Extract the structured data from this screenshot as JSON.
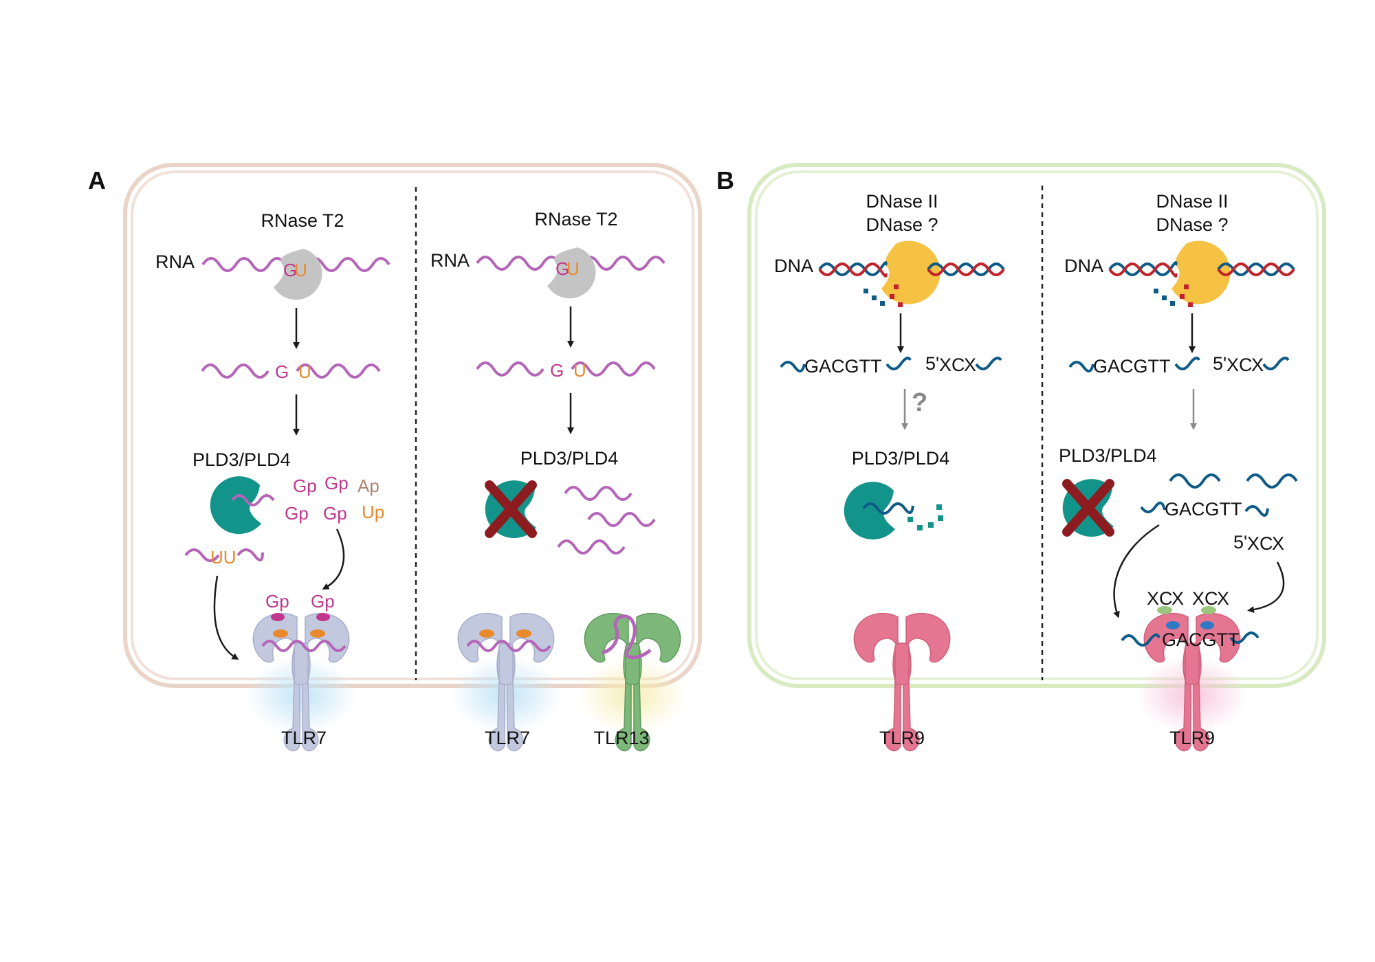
{
  "panel_a": {
    "letter": "A",
    "left": {
      "enzyme": "RNase T2",
      "rna": "RNA",
      "g": "G",
      "u": "U",
      "pld": "PLD3/PLD4",
      "products": [
        "Gp",
        "Gp",
        "Ap",
        "Gp",
        "Gp",
        "Up"
      ],
      "uu": "UU",
      "bound": [
        "Gp",
        "Gp"
      ],
      "receptor": "TLR7"
    },
    "right": {
      "enzyme": "RNase T2",
      "rna": "RNA",
      "g": "G",
      "u": "U",
      "pld": "PLD3/PLD4",
      "receptors": [
        "TLR7",
        "TLR13"
      ]
    }
  },
  "panel_b": {
    "letter": "B",
    "left": {
      "enzyme_line1": "DNase II",
      "enzyme_line2": "DNase ?",
      "dna": "DNA",
      "motif": "GACGTT",
      "five_prime": "5'",
      "xcx": [
        "X",
        "C",
        "X"
      ],
      "question": "?",
      "pld": "PLD3/PLD4",
      "receptor": "TLR9"
    },
    "right": {
      "enzyme_line1": "DNase II",
      "enzyme_line2": "DNase ?",
      "dna": "DNA",
      "motif": "GACGTT",
      "five_prime": "5'",
      "xcx": [
        "X",
        "C",
        "X"
      ],
      "pld": "PLD3/PLD4",
      "bound_xcx": [
        "X",
        "C",
        "X",
        "X",
        "C",
        "X"
      ],
      "bound_motif": "GACGTT",
      "receptor": "TLR9"
    }
  },
  "colors": {
    "rna": "#b565b8",
    "g_nucleotide": "#c2378e",
    "u_nucleotide": "#e8892b",
    "a_nucleotide": "#a98670",
    "rnase": "#c4c4c4",
    "dnase": "#f6c244",
    "pld": "#12948a",
    "dna_blue": "#0d5b86",
    "dna_red": "#c2232b",
    "x_blue": "#3a72c2",
    "c_green": "#6aa148",
    "tlr7": "#c2c8de",
    "tlr13": "#7db87a",
    "tlr9": "#e57692",
    "cross": "#8d1c21",
    "cell_a": "#ead3c7",
    "cell_b": "#d8eac2"
  }
}
